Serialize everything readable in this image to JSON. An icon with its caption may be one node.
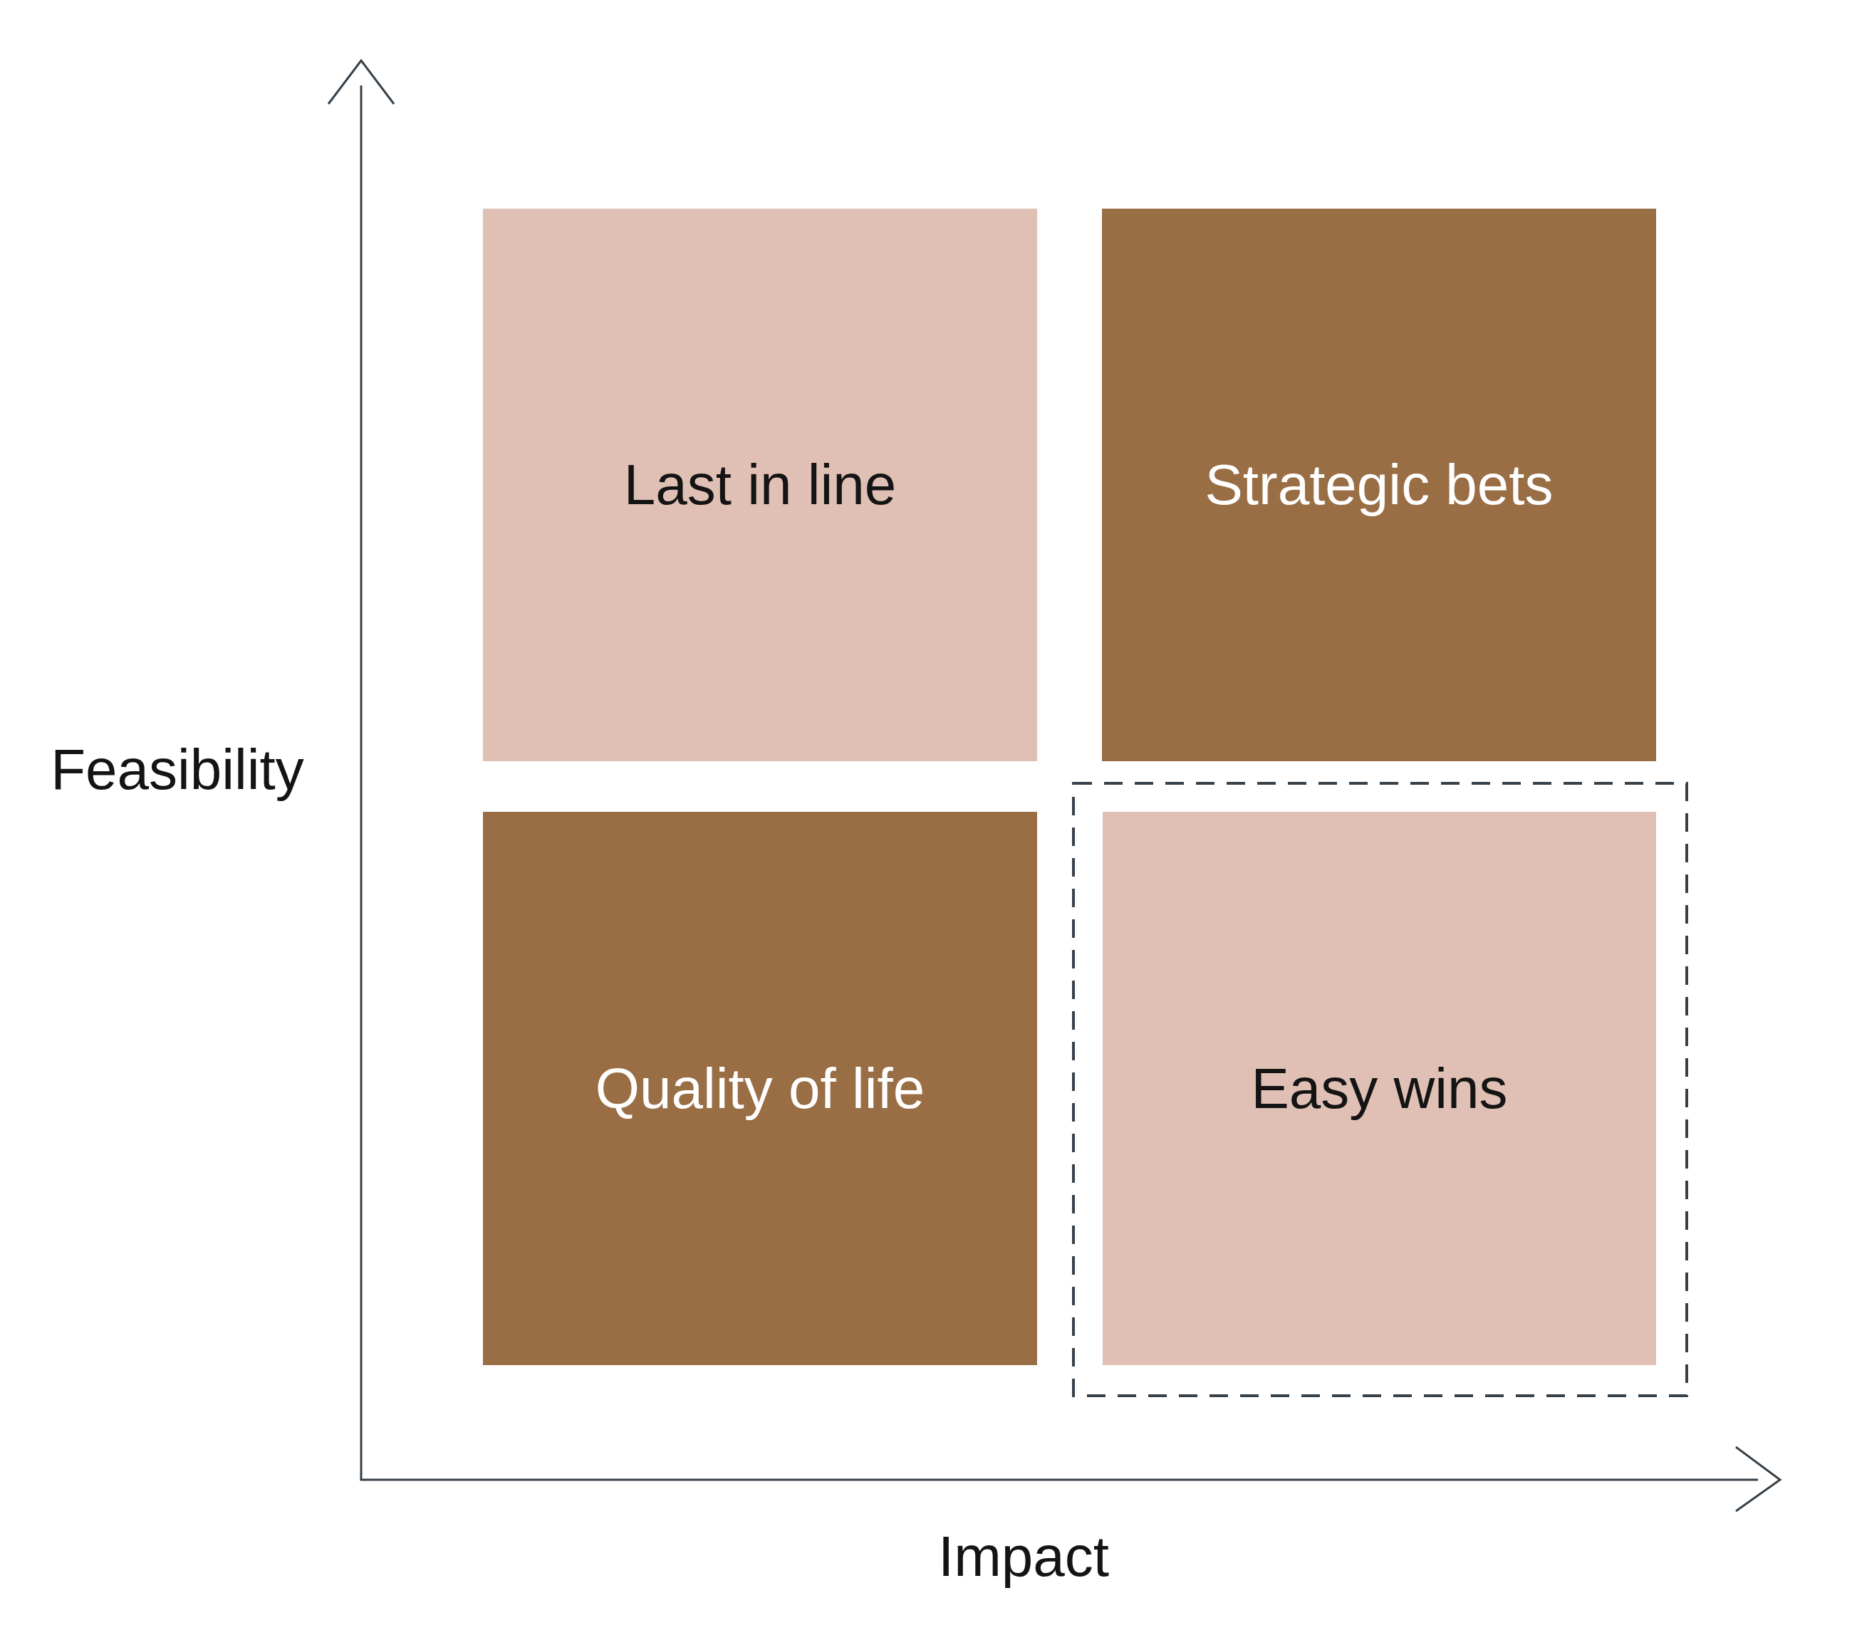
{
  "diagram": {
    "nodes": [
      {
        "text": [
          "Last in line"
        ]
      },
      {
        "text": [
          "Strategic bets"
        ]
      },
      {
        "text": [
          "Quality of life"
        ]
      },
      {
        "text": [],
        "shape": "box"
      },
      {
        "text": [
          "Easy wins"
        ],
        "in": 3
      }
    ],
    "labels": [
      "Feasibility",
      "Impact"
    ]
  }
}
